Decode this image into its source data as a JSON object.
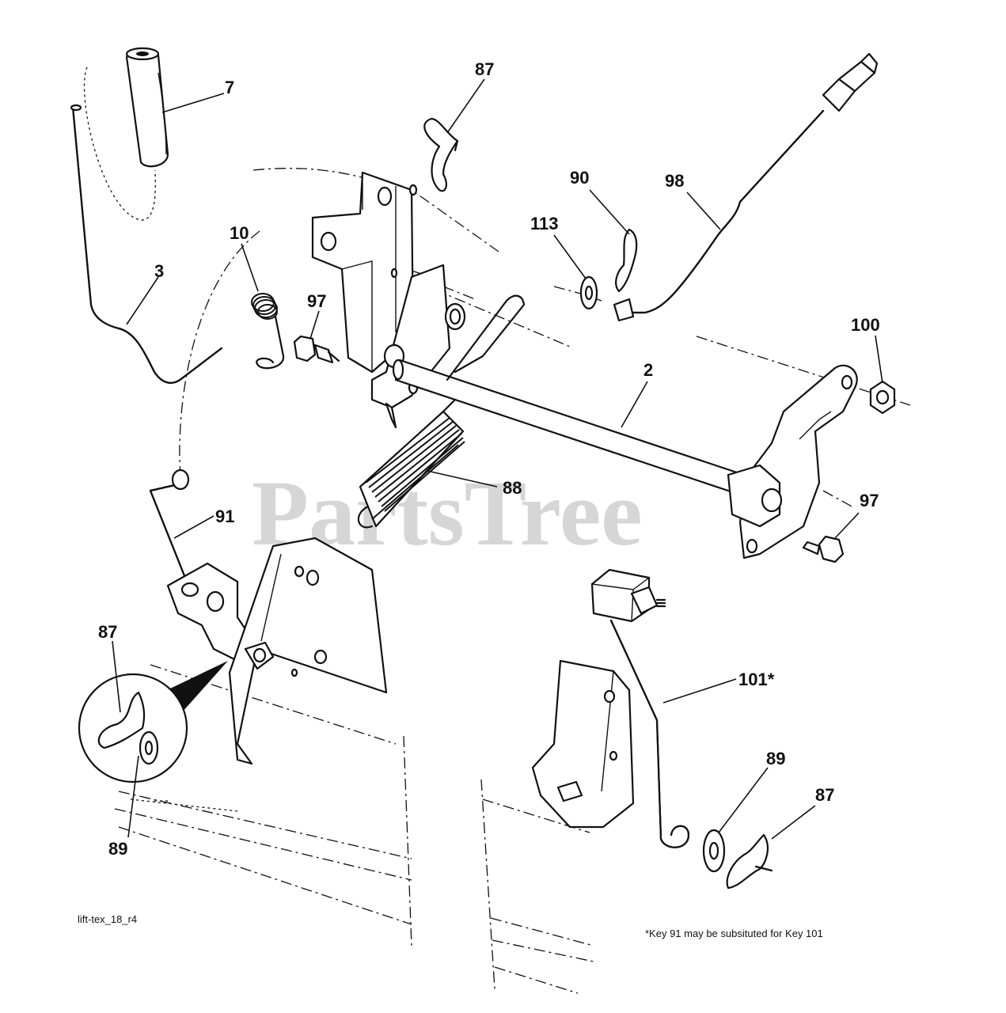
{
  "watermark": "PartsTree",
  "drawing_id": "lift-tex_18_r4",
  "footnote": "*Key 91 may be subsituted for Key 101",
  "callouts": [
    {
      "id": "7",
      "label": "7"
    },
    {
      "id": "87a",
      "label": "87"
    },
    {
      "id": "90",
      "label": "90"
    },
    {
      "id": "98",
      "label": "98"
    },
    {
      "id": "113",
      "label": "113"
    },
    {
      "id": "10",
      "label": "10"
    },
    {
      "id": "3",
      "label": "3"
    },
    {
      "id": "97a",
      "label": "97"
    },
    {
      "id": "100",
      "label": "100"
    },
    {
      "id": "2",
      "label": "2"
    },
    {
      "id": "88",
      "label": "88"
    },
    {
      "id": "97b",
      "label": "97"
    },
    {
      "id": "91",
      "label": "91"
    },
    {
      "id": "87b",
      "label": "87"
    },
    {
      "id": "89a",
      "label": "89"
    },
    {
      "id": "101",
      "label": "101*"
    },
    {
      "id": "89b",
      "label": "89"
    },
    {
      "id": "87c",
      "label": "87"
    }
  ]
}
